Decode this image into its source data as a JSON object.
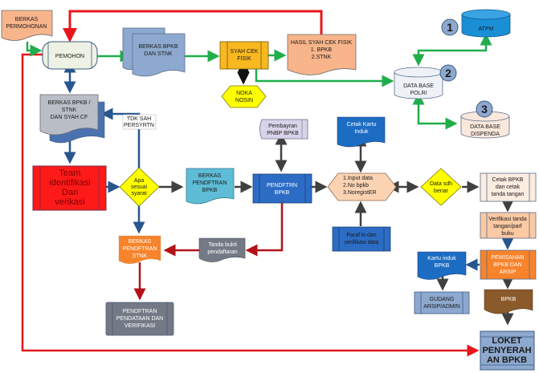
{
  "diagram": {
    "nodes": {
      "berkas_permohonan": [
        "BERKAS",
        "PERMOHONAN"
      ],
      "pemohon": [
        "PEMOHON"
      ],
      "berkas_bpkb_stnk": [
        "BERKAS BPKB",
        "DAN STNK"
      ],
      "syah_cek_fisik": [
        "SYAH CEK",
        "FISIK"
      ],
      "hasil_syah_cek_fisik": [
        "HASIL SYAH CEK FISIK",
        "1. BPKB",
        "2.STNK"
      ],
      "noka_nosin": [
        "NOKA",
        "NOSIN"
      ],
      "atpm": [
        "ATPM"
      ],
      "database_polri": [
        "DATA BASE",
        "POLRI"
      ],
      "database_dispenda": [
        "DATA BASE",
        "DISPENDA"
      ],
      "berkas_bpkb_stnk_syah": [
        "BERKAS BPKB /",
        "STNK",
        "DAN SYAH CF"
      ],
      "tdk_sah": [
        "TDK SAH",
        "PERSYRTN"
      ],
      "team_identifikasi": [
        "Team",
        "identifikasi",
        "Dan",
        "verikasi"
      ],
      "apa_sesuai": [
        "Apa",
        "sesuai",
        "syarat"
      ],
      "berkas_pendftran_bpkb": [
        "BERKAS",
        "PENDFTRAN",
        "BPKB"
      ],
      "pembayaran_pnbp": [
        "Pembayran",
        "PNBP BPKB"
      ],
      "pendftrn_bpkb": [
        "PENDFTRN",
        "BPKB"
      ],
      "cetak_kartu_induk": [
        "Cetak Kartu",
        "Induk"
      ],
      "input_data": [
        "1.Input data",
        "2.No bpkb",
        "3.NoregistER"
      ],
      "paraf": [
        "Paraf ki dan",
        "verifikasi data"
      ],
      "data_sdh_benar": [
        "Data sdh",
        "benar"
      ],
      "cetak_bpkb": [
        "Cetak BPKB",
        "dan cetak",
        "tanda tangan"
      ],
      "verifikasi_ttd": [
        "Verifikasi tanda",
        "tangan/parf",
        "buku"
      ],
      "pemisahan": [
        "PEMISAHAN",
        "BPKB DAN",
        "ARSIP"
      ],
      "kartu_induk_bpkb": [
        "Kartu induk",
        "BPKB"
      ],
      "gudang": [
        "GUDANG",
        "ARSIP/ADMIN"
      ],
      "bpkb_doc": [
        "BPKB"
      ],
      "berkas_pendftran_stnk": [
        "BERKAS",
        "PENDFTRAN",
        "STNK"
      ],
      "tanda_bukti": [
        "Tanda bukti",
        "pendaftaran"
      ],
      "pendftran_pendataan": [
        "PENDFTRAN",
        "PENDATAAN DAN",
        "VERIFIKASI"
      ],
      "loket": [
        "LOKET",
        "PENYERAH",
        "AN BPKB"
      ]
    },
    "badges": {
      "one": "1",
      "two": "2",
      "three": "3"
    },
    "colors": {
      "red_line": "#e8161b",
      "dark_red_line": "#b3121a",
      "green_line": "#1fae4b",
      "navy_line": "#27568f",
      "gray_line": "#404040",
      "orange_light": "#f8b48a",
      "orange": "#f7932b",
      "gold": "#f9b820",
      "yellow": "#ffff00",
      "steel_blue": "#8ea9cf",
      "blue": "#2c6cc4",
      "cyan_blue": "#1b8fd6",
      "teal": "#5ebcd6",
      "peach": "#fbd3b3",
      "brown": "#8a5a2b",
      "gray": "#737a86",
      "lavender": "#d8d3e8",
      "red": "#ff0000"
    }
  }
}
